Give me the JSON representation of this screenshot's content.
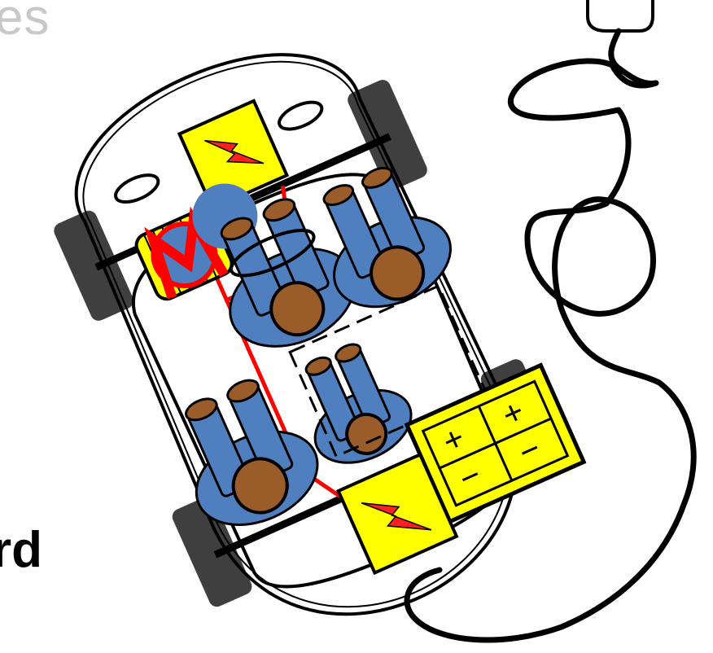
{
  "fragments": {
    "top_left_text": "es",
    "bottom_left_text": "rd"
  },
  "colors": {
    "wheel": "#3f3f3f",
    "panel_yellow": "#ffff00",
    "bolt_red": "#ff2020",
    "wire_red": "#ff0000",
    "person_blue": "#4f7fbf",
    "skin_brown": "#9a5d2a",
    "outline": "#000000"
  },
  "icons": [
    "car-body",
    "wheel-icon",
    "lightning-bolt-icon",
    "motor-icon",
    "battery-pack-icon",
    "person-icon",
    "mouse-cable"
  ]
}
